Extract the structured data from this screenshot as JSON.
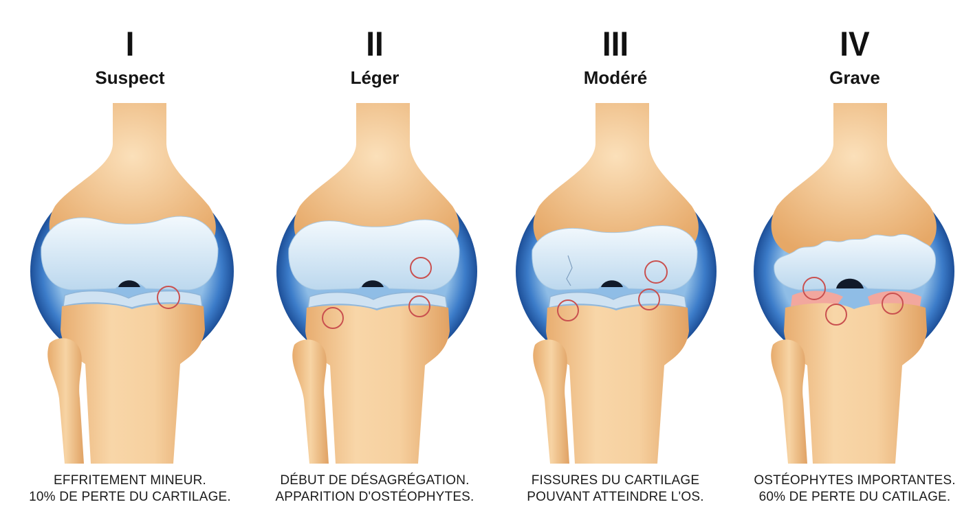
{
  "stages": [
    {
      "numeral": "I",
      "grade": "Suspect",
      "caption": [
        "EFFRITEMENT MINEUR.",
        "10% DE PERTE DU CARTILAGE."
      ]
    },
    {
      "numeral": "II",
      "grade": "Léger",
      "caption": [
        "DÉBUT DE DÉSAGRÉGATION.",
        "APPARITION D'OSTÉOPHYTES."
      ]
    },
    {
      "numeral": "III",
      "grade": "Modéré",
      "caption": [
        "FISSURES DU CARTILAGE",
        "POUVANT ATTEINDRE L'OS."
      ]
    },
    {
      "numeral": "IV",
      "grade": "Grave",
      "caption": [
        "OSTÉOPHYTES IMPORTANTES.",
        "60% DE PERTE DU CATILAGE."
      ]
    }
  ],
  "colors": {
    "bone": "#f3c995",
    "bone_shadow": "#e2a66a",
    "cartilage": "#dcecf7",
    "capsule": "#2f6fbf",
    "lesion_ring": "#c9504f",
    "inflammation": "#f2a79e"
  }
}
